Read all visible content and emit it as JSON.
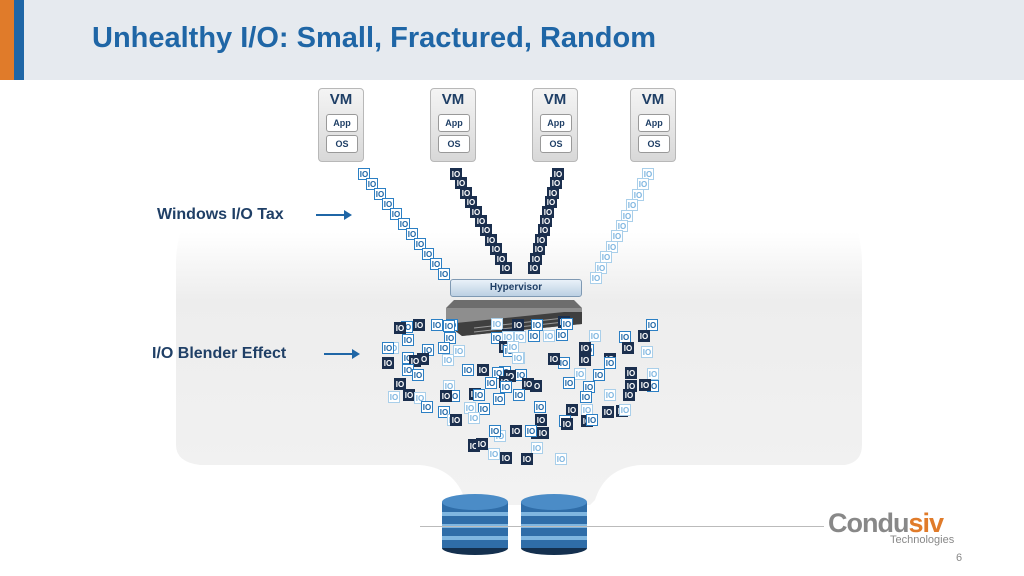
{
  "slide": {
    "title": "Unhealthy I/O: Small, Fractured, Random",
    "page_number": "6"
  },
  "vms": [
    {
      "label": "VM",
      "app": "App",
      "os": "OS"
    },
    {
      "label": "VM",
      "app": "App",
      "os": "OS"
    },
    {
      "label": "VM",
      "app": "App",
      "os": "OS"
    },
    {
      "label": "VM",
      "app": "App",
      "os": "OS"
    }
  ],
  "annotations": {
    "tax": "Windows I/O Tax",
    "blender": "I/O Blender Effect"
  },
  "hypervisor": {
    "label": "Hypervisor"
  },
  "io_label": "IO",
  "logo": {
    "name_part1": "Condu",
    "name_part2": "siv",
    "sub": "Technologies"
  },
  "colors": {
    "accent_blue": "#1f66a6",
    "accent_orange": "#e07b2a",
    "io_dark": "#1b2f4e"
  }
}
